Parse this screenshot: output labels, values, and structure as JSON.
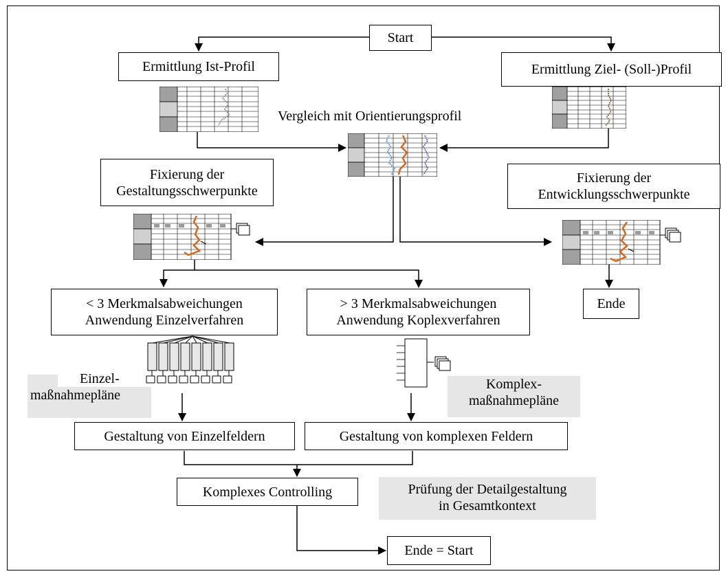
{
  "nodes": {
    "start": "Start",
    "ist_profil": "Ermittlung Ist-Profil",
    "ziel_profil": "Ermittlung Ziel- (Soll-)Profil",
    "vergleich": "Vergleich mit Orientierungsprofil",
    "fix_gestaltung_1": "Fixierung der",
    "fix_gestaltung_2": "Gestaltungsschwerpunkte",
    "fix_entwicklung_1": "Fixierung der",
    "fix_entwicklung_2": "Entwicklungsschwerpunkte",
    "ende_right": "Ende",
    "less3_1": "< 3 Merkmalsabweichungen",
    "less3_2": "Anwendung Einzelverfahren",
    "more3_1": "> 3 Merkmalsabweichungen",
    "more3_2": "Anwendung Koplexverfahren",
    "einzel_1": "Einzel-",
    "einzel_2": "maßnahmepläne",
    "komplex_1": "Komplex-",
    "komplex_2": "maßnahmepläne",
    "gest_einzel": "Gestaltung von Einzelfeldern",
    "gest_komplex": "Gestaltung von komplexen Feldern",
    "controlling": "Komplexes Controlling",
    "pruefung_1": "Prüfung der Detailgestaltung",
    "pruefung_2": "in Gesamtkontext",
    "ende_start": "Ende = Start"
  },
  "colors": {
    "line": "#000000",
    "label_bg": "#e6e6e6",
    "grid_dark": "#a0a0a0",
    "grid_light": "#e8e8e8",
    "profile_orange": "#d2691e",
    "profile_blue": "#5b9bd5",
    "profile_purple": "#7b68b0",
    "profile_gray": "#9a9a9a",
    "profile_brown": "#8b7355"
  }
}
